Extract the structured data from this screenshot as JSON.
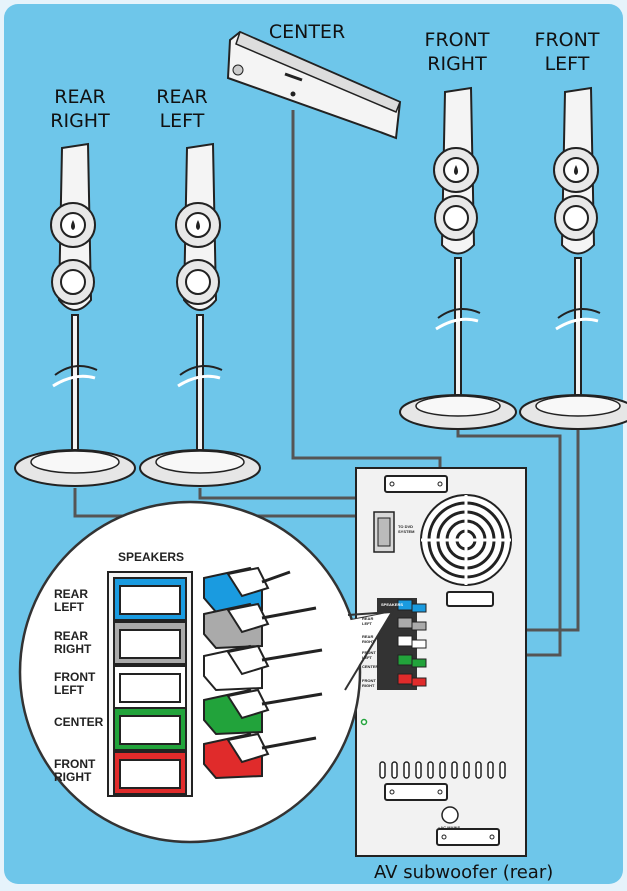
{
  "colors": {
    "background": "#6ec6ea",
    "border": "#e6f3fb",
    "wire": "#555555",
    "speaker_body": "#f4f4f4",
    "outline": "#222222",
    "blue": "#1a9be0",
    "gray": "#aaaaaa",
    "white": "#ffffff",
    "green": "#22a33b",
    "red": "#e02b2b"
  },
  "speakers": {
    "center": "CENTER",
    "front_right": [
      "FRONT",
      "RIGHT"
    ],
    "front_left": [
      "FRONT",
      "LEFT"
    ],
    "rear_right": [
      "REAR",
      "RIGHT"
    ],
    "rear_left": [
      "REAR",
      "LEFT"
    ]
  },
  "zoom_panel": {
    "title": "SPEAKERS",
    "rows": [
      {
        "label": [
          "REAR",
          "LEFT"
        ],
        "color": "blue"
      },
      {
        "label": [
          "REAR",
          "RIGHT"
        ],
        "color": "gray"
      },
      {
        "label": [
          "FRONT",
          "LEFT"
        ],
        "color": "white"
      },
      {
        "label": [
          "CENTER"
        ],
        "color": "green"
      },
      {
        "label": [
          "FRONT",
          "RIGHT"
        ],
        "color": "red"
      }
    ]
  },
  "subwoofer": {
    "caption": "AV subwoofer (rear)",
    "dvd_label": [
      "TO DVD",
      "SYSTEM"
    ],
    "speakers_label": "SPEAKERS",
    "terminal_labels": [
      [
        "REAR",
        "LEFT"
      ],
      [
        "REAR",
        "RIGHT"
      ],
      [
        "FRONT",
        "LEFT"
      ],
      [
        "CENTER"
      ],
      [
        "FRONT",
        "RIGHT"
      ]
    ],
    "ac_label": "~AC MAINS"
  },
  "icons": [
    "speaker-icon",
    "stand-icon",
    "terminal-icon",
    "fan-grille-icon",
    "connector-plug-icon"
  ]
}
